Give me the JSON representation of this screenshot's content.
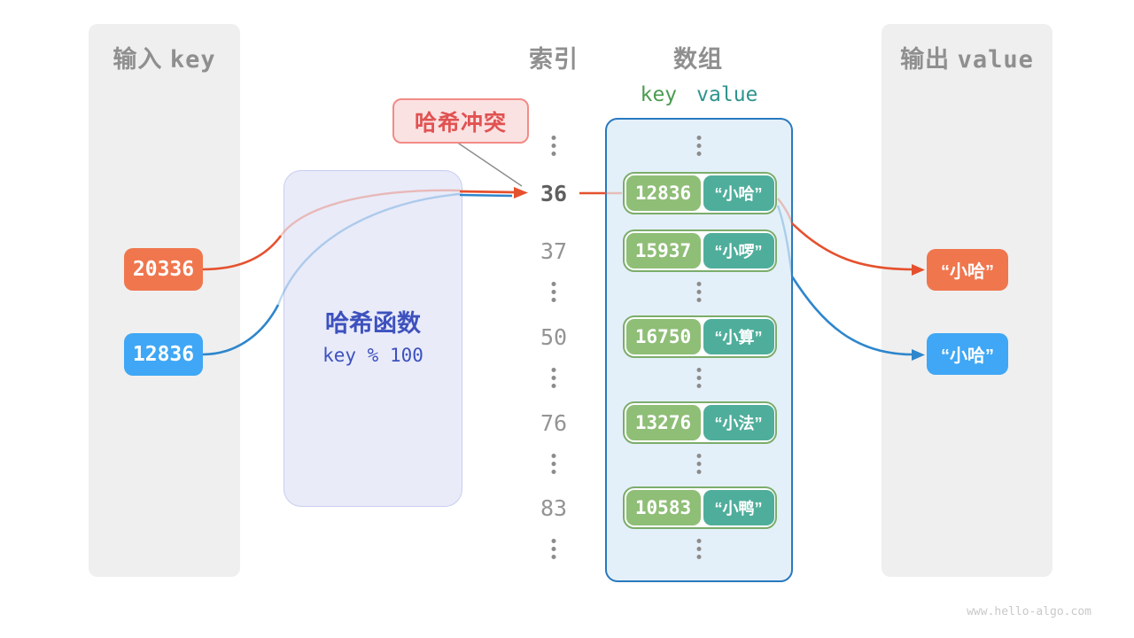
{
  "input_panel": {
    "title_cjk": "输入",
    "title_latin": "key",
    "keys": [
      {
        "value": "20336",
        "color": "#f0764e"
      },
      {
        "value": "12836",
        "color": "#3fa7f5"
      }
    ]
  },
  "hash_box": {
    "title": "哈希函数",
    "formula": "key % 100"
  },
  "collision_label": {
    "text": "哈希冲突"
  },
  "index_column": {
    "header": "索引",
    "values": [
      "36",
      "37",
      "50",
      "76",
      "83"
    ]
  },
  "array_column": {
    "header": "数组",
    "key_header": "key",
    "value_header": "value",
    "rows": [
      {
        "key": "12836",
        "value": "“小哈”"
      },
      {
        "key": "15937",
        "value": "“小啰”"
      },
      {
        "key": "16750",
        "value": "“小算”"
      },
      {
        "key": "13276",
        "value": "“小法”"
      },
      {
        "key": "10583",
        "value": "“小鸭”"
      }
    ]
  },
  "output_panel": {
    "title_cjk": "输出",
    "title_latin": "value",
    "values": [
      {
        "text": "“小哈”",
        "color": "#f0764e"
      },
      {
        "text": "“小哈”",
        "color": "#3fa7f5"
      }
    ]
  },
  "colors": {
    "orange_flow": "#e5512e",
    "blue_flow": "#2e86cc",
    "key_green": "#8fbe77",
    "value_teal": "#4fae9b",
    "array_border": "#2979be",
    "hash_text": "#3d51be",
    "collision_red": "#e15252"
  },
  "watermark": "www.hello-algo.com"
}
